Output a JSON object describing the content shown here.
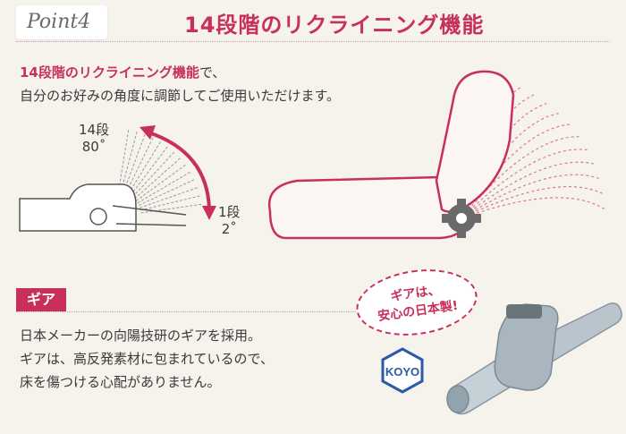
{
  "header": {
    "point_label": "Point4",
    "title": "14段階のリクライニング機能"
  },
  "intro": {
    "highlight": "14段階のリクライニング機能",
    "line1_rest": "で、",
    "line2": "自分のお好みの角度に調節してご使用いただけます。"
  },
  "diagram": {
    "top_step": "14段",
    "top_angle": "80˚",
    "bottom_step": "1段",
    "bottom_angle": "2˚"
  },
  "gear_section": {
    "heading": "ギア",
    "lines": [
      "日本メーカーの向陽技研のギアを採用。",
      "ギアは、高反発素材に包まれているので、",
      "床を傷つける心配がありません。"
    ],
    "bubble_line1": "ギアは、",
    "bubble_line2": "安心の日本製!",
    "brand_logo": "KOYO"
  },
  "colors": {
    "accent": "#c8305a",
    "background": "#f6f2ec"
  }
}
